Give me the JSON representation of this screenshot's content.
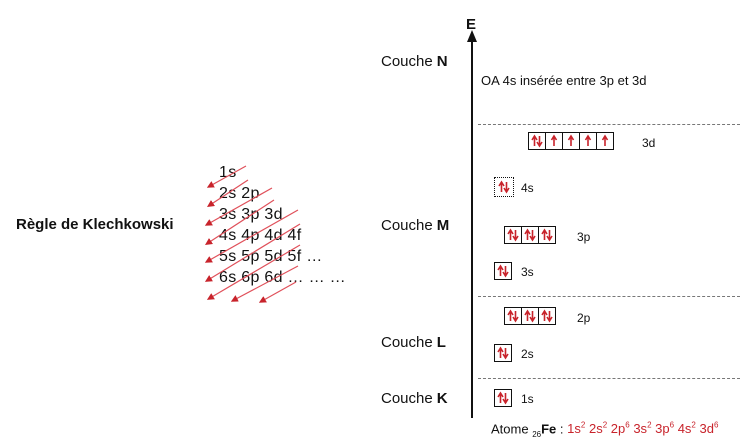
{
  "klechkowski": {
    "title": "Règle de Klechkowski",
    "rows": [
      "1s",
      "2s 2p",
      "3s 3p 3d",
      "4s 4p 4d 4f",
      "5s 5p 5d 5f …",
      "6s 6p 6d … … …"
    ]
  },
  "diagram": {
    "axis_label": "E",
    "note": "OA 4s insérée entre 3p et 3d",
    "couches": [
      {
        "word": "Couche",
        "letter": "N"
      },
      {
        "word": "Couche",
        "letter": "M"
      },
      {
        "word": "Couche",
        "letter": "L"
      },
      {
        "word": "Couche",
        "letter": "K"
      }
    ],
    "orbitals": [
      {
        "name": "3d",
        "electrons": [
          2,
          1,
          1,
          1,
          1
        ]
      },
      {
        "name": "4s",
        "electrons": [
          2
        ]
      },
      {
        "name": "3p",
        "electrons": [
          2,
          2,
          2
        ]
      },
      {
        "name": "3s",
        "electrons": [
          2
        ]
      },
      {
        "name": "2p",
        "electrons": [
          2,
          2,
          2
        ]
      },
      {
        "name": "2s",
        "electrons": [
          2
        ]
      },
      {
        "name": "1s",
        "electrons": [
          2
        ]
      }
    ]
  },
  "config": {
    "prefix": "Atome",
    "atomic_number": "26",
    "symbol": "Fe",
    "separator": ":",
    "terms": [
      {
        "orb": "1s",
        "exp": "2"
      },
      {
        "orb": "2s",
        "exp": "2"
      },
      {
        "orb": "2p",
        "exp": "6"
      },
      {
        "orb": "3s",
        "exp": "2"
      },
      {
        "orb": "3p",
        "exp": "6"
      },
      {
        "orb": "4s",
        "exp": "2"
      },
      {
        "orb": "3d",
        "exp": "6"
      }
    ]
  },
  "colors": {
    "arrow": "#c8232b",
    "text": "#111111",
    "dash": "#777777"
  }
}
